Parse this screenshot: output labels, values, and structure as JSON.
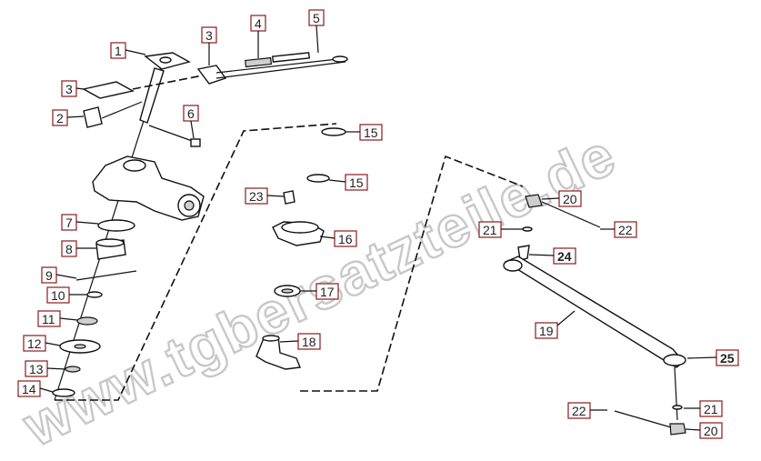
{
  "watermark": "www.tgbersatzteile.de",
  "callouts": {
    "c1": "1",
    "c2": "2",
    "c3a": "3",
    "c3b": "3",
    "c4": "4",
    "c5": "5",
    "c6": "6",
    "c7": "7",
    "c8": "8",
    "c9": "9",
    "c10": "10",
    "c11": "11",
    "c12": "12",
    "c13": "13",
    "c14": "14",
    "c15a": "15",
    "c15b": "15",
    "c16": "16",
    "c17": "17",
    "c18": "18",
    "c19": "19",
    "c20a": "20",
    "c20b": "20",
    "c21a": "21",
    "c21b": "21",
    "c22a": "22",
    "c22b": "22",
    "c23": "23",
    "c24": "24",
    "c25": "25"
  }
}
